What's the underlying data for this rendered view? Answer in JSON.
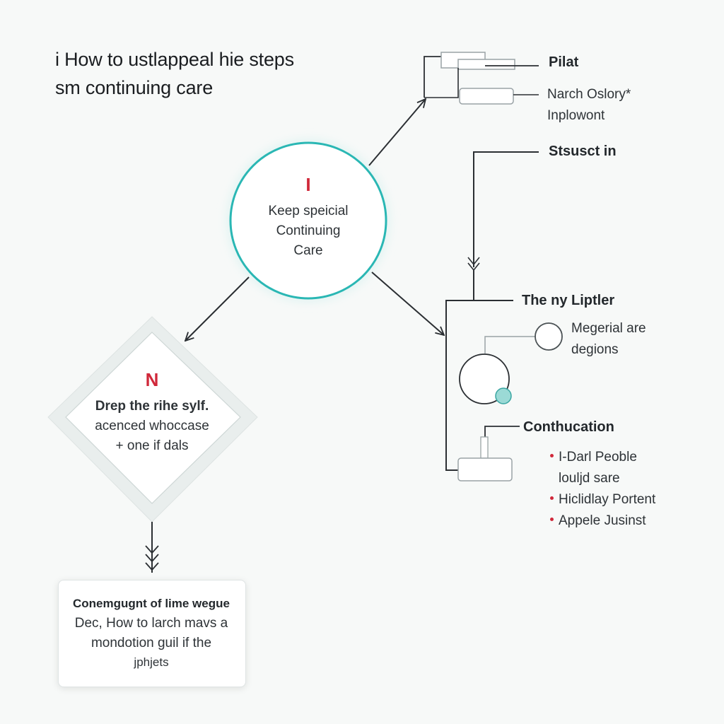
{
  "title": {
    "line1": "i How to ustlappeal hie steps",
    "line2": "sm continuing care"
  },
  "circle_node": {
    "marker": "I",
    "line1": "Keep speicial",
    "line2": "Continuing",
    "line3": "Care"
  },
  "diamond_node": {
    "marker": "N",
    "line1": "Drep the rihe sylf.",
    "line2": "acenced whoccase",
    "line3": "+ one if dals"
  },
  "bottom_box": {
    "line1": "Conemgugnt of lime wegue",
    "line2": "Dec, How to larch mavs a",
    "line3": "mondotion guil if the",
    "line4": "jphjets"
  },
  "right_labels": {
    "pilat": "Pilat",
    "narch_line1": "Narch Oslory*",
    "narch_line2": "Inplowont",
    "stsusct": "Stsusct in",
    "lipter": "The ny Liptler",
    "megerial_line1": "Megerial are",
    "megerial_line2": "degions",
    "conthucation": "Conthucation"
  },
  "bullets": [
    "I-Darl Peoble",
    "loulјd sare",
    "Hiclidlay Portent",
    "Appele Jusinst"
  ],
  "bullet_markers": [
    true,
    false,
    true,
    true
  ],
  "colors": {
    "accent_red": "#d0283a",
    "circle_border": "#2ab7b4",
    "line": "#2b2f33",
    "teal_fill": "#7fd3cf"
  }
}
